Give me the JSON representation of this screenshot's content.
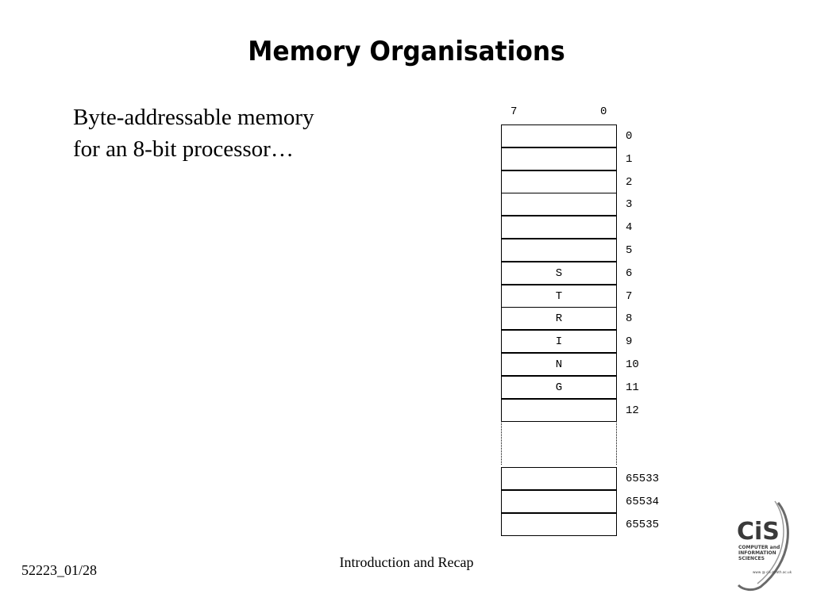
{
  "slide": {
    "title": "Memory Organisations",
    "body_line1": "Byte-addressable memory",
    "body_line2": "for an 8-bit processor…"
  },
  "memory": {
    "msb_label": "7",
    "lsb_label": "0",
    "cells": [
      {
        "address": "0",
        "content": ""
      },
      {
        "address": "1",
        "content": ""
      },
      {
        "address": "2",
        "content": ""
      },
      {
        "address": "3",
        "content": ""
      },
      {
        "address": "4",
        "content": ""
      },
      {
        "address": "5",
        "content": ""
      },
      {
        "address": "6",
        "content": "S"
      },
      {
        "address": "7",
        "content": "T"
      },
      {
        "address": "8",
        "content": "R"
      },
      {
        "address": "9",
        "content": "I"
      },
      {
        "address": "10",
        "content": "N"
      },
      {
        "address": "11",
        "content": "G"
      },
      {
        "address": "12",
        "content": ""
      }
    ],
    "tail_cells": [
      {
        "address": "65533",
        "content": ""
      },
      {
        "address": "65534",
        "content": ""
      },
      {
        "address": "65535",
        "content": ""
      }
    ]
  },
  "footer": {
    "slide_id": "52223_01/28",
    "section": "Introduction and Recap"
  },
  "logo": {
    "mark": "CiS",
    "line1": "COMPUTER and",
    "line2": "INFORMATION",
    "line3": "SCIENCES",
    "url": "www @ cis.strath.ac.uk",
    "color": "#3a3a3a"
  }
}
